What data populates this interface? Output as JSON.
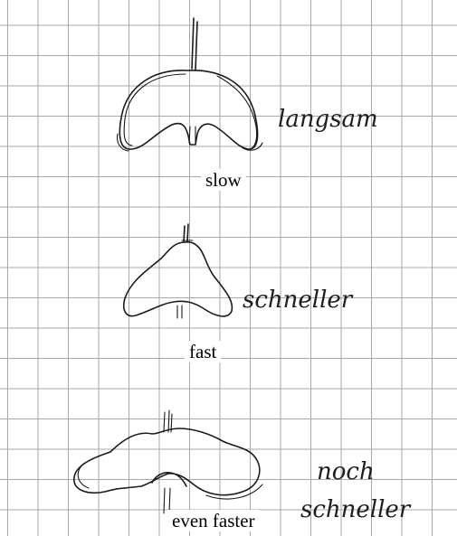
{
  "figure": {
    "stages": [
      {
        "annotation": "langsam",
        "caption": "slow"
      },
      {
        "annotation": "schneller",
        "caption": "fast"
      },
      {
        "annotation_lines": [
          "noch",
          "schneller"
        ],
        "caption": "even faster"
      }
    ],
    "colors": {
      "paper": "#ffffff",
      "grid": "#a9a9a9",
      "ink": "#1a1a1a"
    }
  }
}
